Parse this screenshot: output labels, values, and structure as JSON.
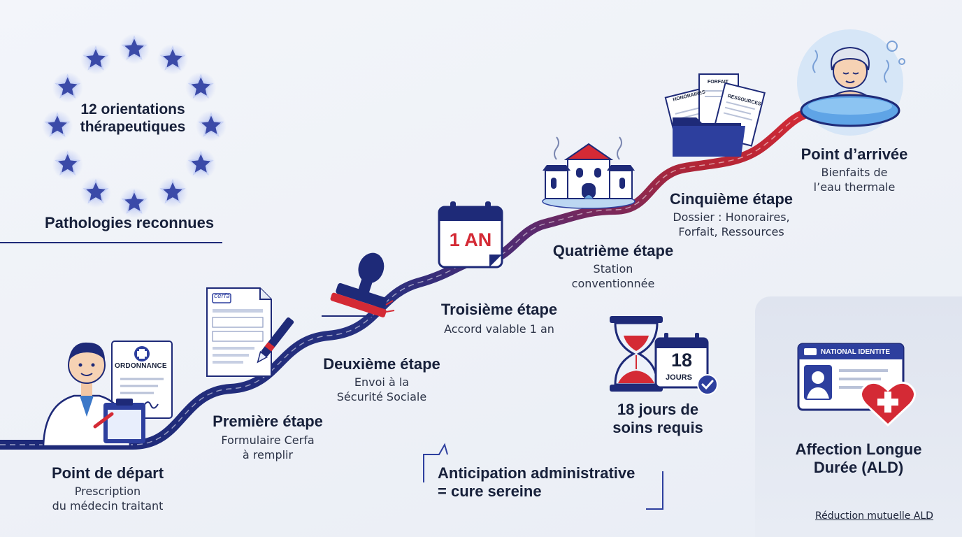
{
  "orientations": {
    "title": "12 orientations\nthérapeutiques",
    "caption": "Pathologies reconnues"
  },
  "start": {
    "title": "Point de départ",
    "desc": "Prescription\ndu médecin traitant",
    "doc_label": "ORDONNANCE"
  },
  "step1": {
    "title": "Première étape",
    "desc": "Formulaire Cerfa\nà remplir",
    "doc_label": "cerfa"
  },
  "step2": {
    "title": "Deuxième étape",
    "desc": "Envoi à la\nSécurité Sociale"
  },
  "step3": {
    "title": "Troisième étape",
    "desc": "Accord valable 1 an",
    "calendar": "1 AN"
  },
  "step4": {
    "title": "Quatrième étape",
    "desc": "Station\nconventionnée"
  },
  "step5": {
    "title": "Cinquième étape",
    "desc": "Dossier : Honoraires,\nForfait, Ressources",
    "docs": [
      "HONORAIRES",
      "FORFAIT",
      "RESSOURCES"
    ]
  },
  "arrival": {
    "title": "Point d’arrivée",
    "desc": "Bienfaits de\nl’eau thermale"
  },
  "duration": {
    "title": "18 jours de\nsoins requis",
    "cal_number": "18",
    "cal_unit": "JOURS"
  },
  "quote": {
    "text": "Anticipation administrative\n= cure sereine"
  },
  "ald": {
    "card_label": "NATIONAL IDENTITE",
    "title": "Affection Longue\nDurée (ALD)",
    "link": "Réduction mutuelle ALD"
  },
  "colors": {
    "navy": "#1e2a78",
    "red": "#d42a35",
    "accent_blue": "#2d3f9e"
  }
}
